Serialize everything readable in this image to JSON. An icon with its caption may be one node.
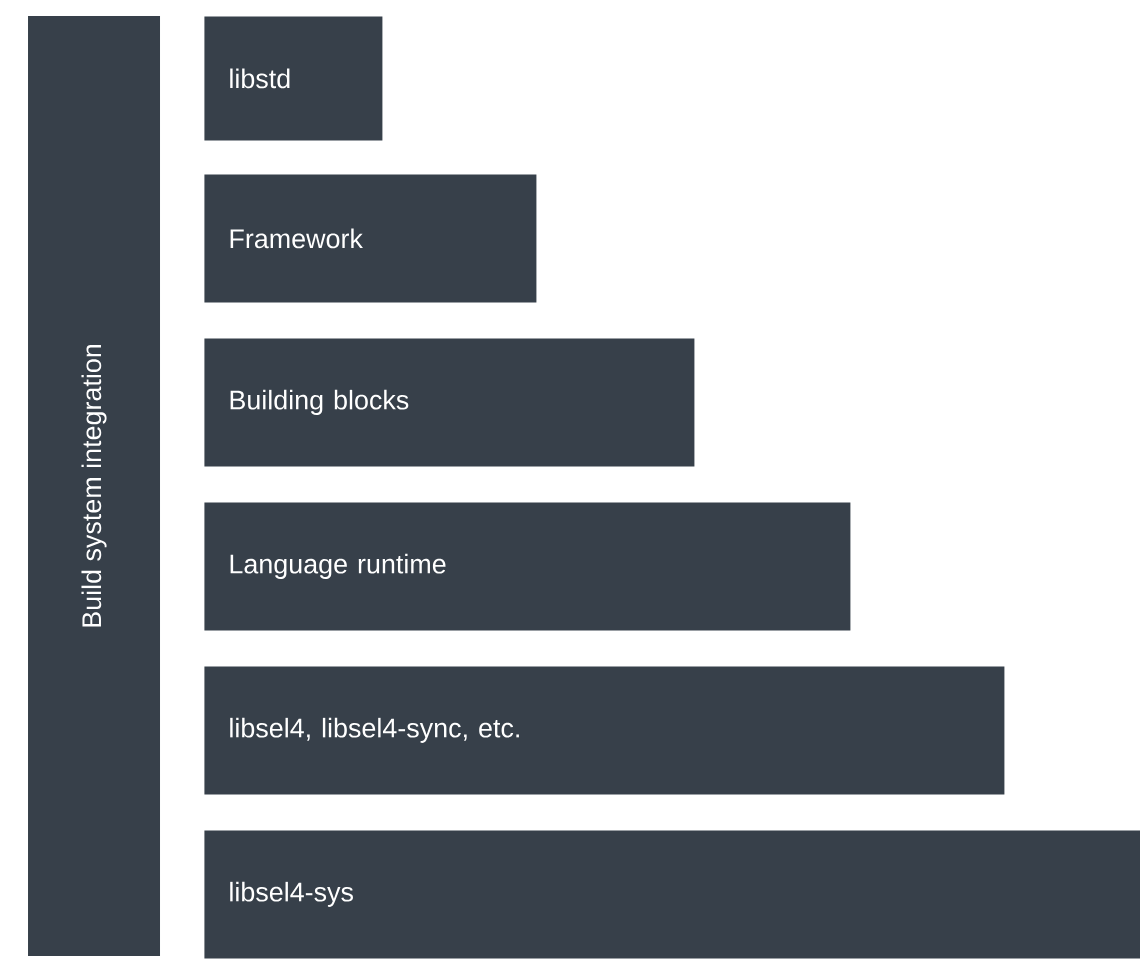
{
  "diagram": {
    "nodes": [
      {
        "text": [
          "Build system integration"
        ]
      },
      {
        "text": [
          "libstd"
        ]
      },
      {
        "text": [
          "Framework"
        ]
      },
      {
        "text": [
          "Building blocks"
        ]
      },
      {
        "text": [
          "Language runtime"
        ]
      },
      {
        "text": [
          "libsel4, libsel4-sync, etc."
        ]
      },
      {
        "text": [
          "libsel4-sys"
        ]
      }
    ]
  }
}
